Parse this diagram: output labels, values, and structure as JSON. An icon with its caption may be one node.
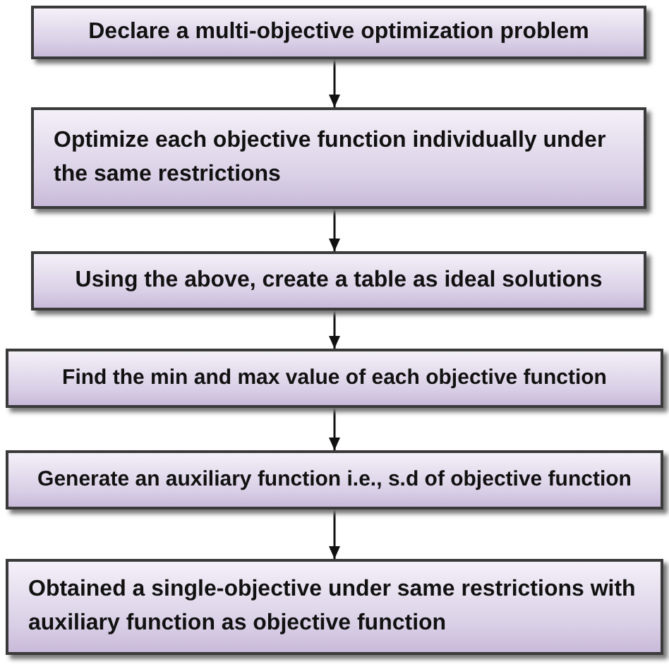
{
  "diagram": {
    "nodes": [
      {
        "text": [
          "Declare a multi-objective optimization problem"
        ]
      },
      {
        "text": [
          "Optimize each objective function individually under the same restrictions"
        ]
      },
      {
        "text": [
          "Using the above, create a table as ideal solutions"
        ]
      },
      {
        "text": [
          "Find the min and max value of each objective function"
        ]
      },
      {
        "text": [
          "Generate an auxiliary function i.e., s.d of objective function"
        ]
      },
      {
        "text": [
          "Obtained a single-objective under same restrictions with auxiliary function as objective function"
        ]
      }
    ],
    "edges": [
      {
        "from": 0,
        "to": 1,
        "arrow": "to"
      },
      {
        "from": 1,
        "to": 2,
        "arrow": "to"
      },
      {
        "from": 2,
        "to": 3,
        "arrow": "to"
      },
      {
        "from": 3,
        "to": 4,
        "arrow": "to"
      },
      {
        "from": 4,
        "to": 5,
        "arrow": "to"
      }
    ]
  }
}
